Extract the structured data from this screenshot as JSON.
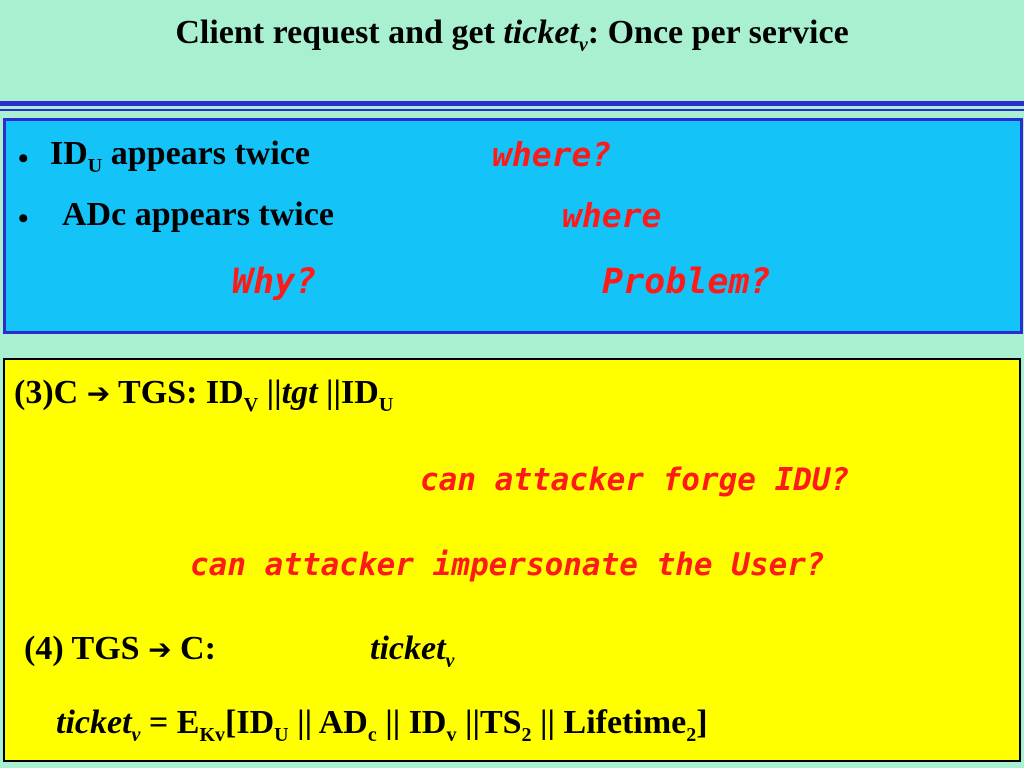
{
  "title": {
    "prefix": "Client request and get ",
    "ticket_word": "ticket",
    "ticket_sub": "v",
    "suffix": ": Once per service"
  },
  "cyan_box": {
    "bullet_char": "•",
    "item1": {
      "id": "ID",
      "id_sub": "U",
      "text": " appears twice",
      "question": "where?"
    },
    "item2": {
      "text": "ADc appears twice",
      "question": "where"
    },
    "why": "Why?",
    "problem": "Problem?"
  },
  "yellow_box": {
    "step3": {
      "prefix": "(3)C ",
      "arrow": "➔",
      "middle": " TGS:   ID",
      "sub_v": "V",
      "sep1": " ||",
      "tgt": "tgt",
      "sep2": " ||ID",
      "sub_u": "U"
    },
    "question1": "can attacker forge IDU?",
    "question2": "can attacker impersonate the User?",
    "step4": {
      "prefix": "(4)  TGS ",
      "arrow": "➔",
      "middle": " C:",
      "ticket_word": "ticket",
      "ticket_sub": "v"
    },
    "formula": {
      "ticket_word": "ticket",
      "ticket_sub": "v",
      "eq": " = E",
      "k_sub": "Kv",
      "open": "[ID",
      "u_sub": "U",
      "ad": " || AD",
      "c_sub": "c",
      "idv": " || ID",
      "v_sub": "v",
      "ts": " ||TS",
      "ts_sub": "2",
      "life": " || Lifetime",
      "life_sub": "2",
      "close": "]"
    }
  }
}
